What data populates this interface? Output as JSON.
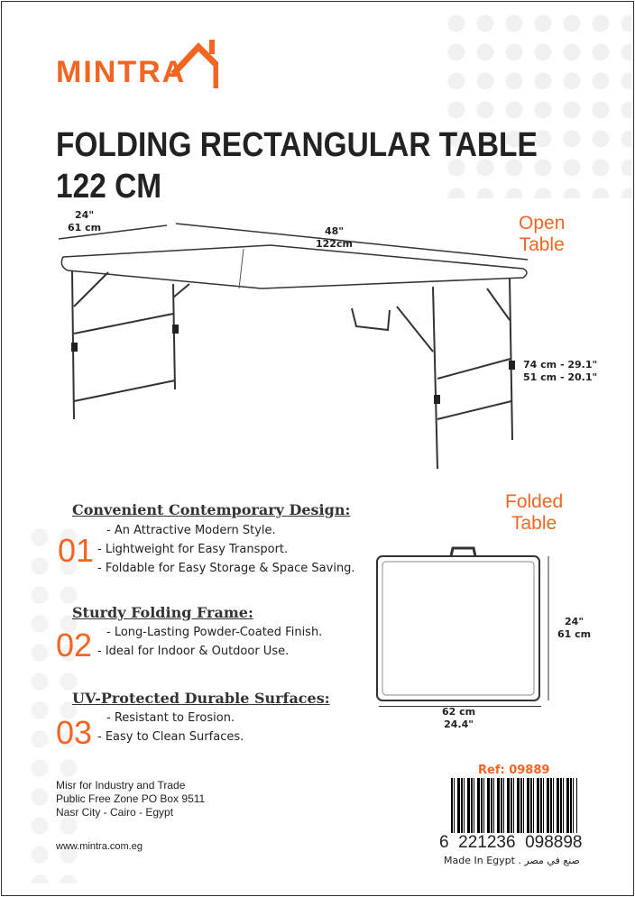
{
  "brand": {
    "name": "MINTRA",
    "color": "#f26522"
  },
  "title": {
    "line1": "FOLDING RECTANGULAR TABLE",
    "line2": "122 CM"
  },
  "open_table": {
    "label1": "Open",
    "label2": "Table",
    "width_in": "24\"",
    "width_cm": "61 cm",
    "length_in": "48\"",
    "length_cm": "122cm",
    "height1": "74 cm - 29.1\"",
    "height2": "51 cm - 20.1\""
  },
  "folded_table": {
    "label1": "Folded",
    "label2": "Table",
    "height_in": "24\"",
    "height_cm": "61 cm",
    "width_cm": "62 cm",
    "width_in": "24.4\""
  },
  "features": [
    {
      "number": "01",
      "heading": "Convenient Contemporary Design:",
      "bullets": [
        "- An Attractive Modern Style.",
        "- Lightweight for Easy Transport.",
        "- Foldable for Easy Storage & Space Saving."
      ]
    },
    {
      "number": "02",
      "heading": "Sturdy Folding Frame:",
      "bullets": [
        "- Long-Lasting Powder-Coated Finish.",
        "- Ideal for Indoor & Outdoor Use."
      ]
    },
    {
      "number": "03",
      "heading": "UV-Protected Durable Surfaces:",
      "bullets": [
        "- Resistant to Erosion.",
        "- Easy to Clean Surfaces."
      ]
    }
  ],
  "address": {
    "line1": "Misr for Industry and Trade",
    "line2": "Public Free Zone PO Box 9511",
    "line3": "Nasr City - Cairo - Egypt",
    "website": "www.mintra.com.eg"
  },
  "barcode": {
    "ref": "Ref: 09889",
    "digits": "6  221236  098898",
    "made_in": "Made In Egypt . صنع في مصر"
  }
}
